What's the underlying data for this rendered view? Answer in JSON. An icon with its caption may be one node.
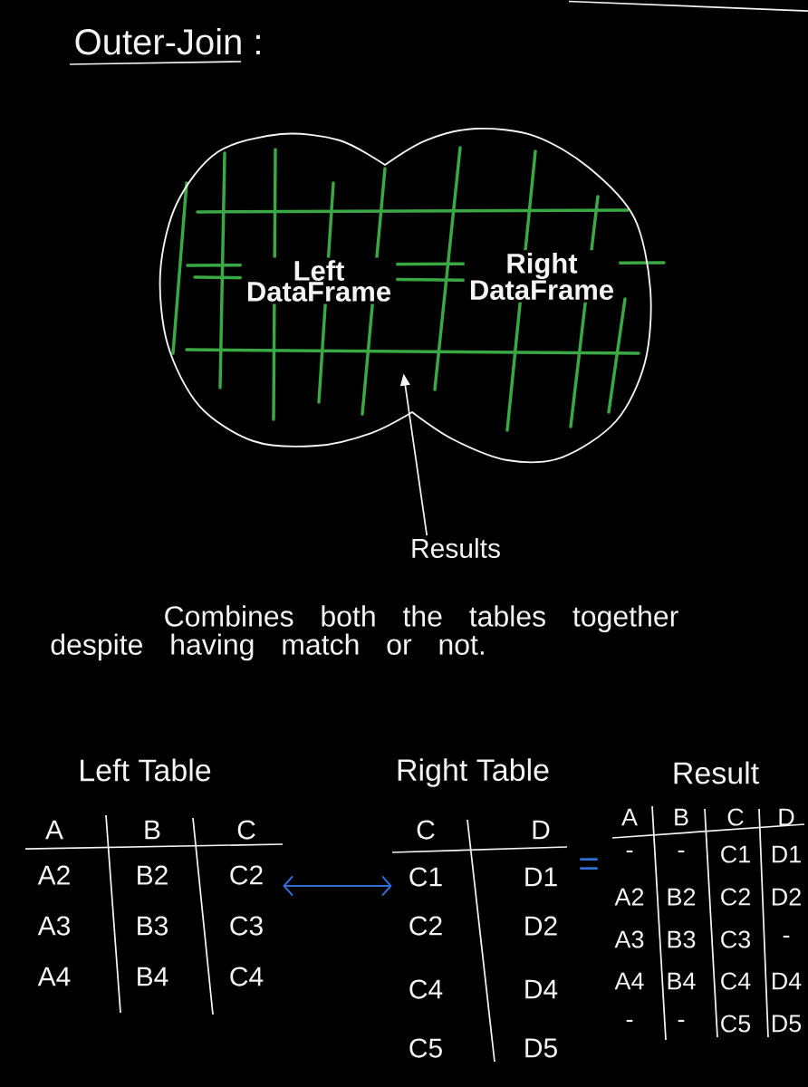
{
  "diagram": {
    "title": "Outer-Join :",
    "nodes": [
      {
        "text": [
          "Left DataFrame",
          "Right DataFrame"
        ]
      },
      {
        "text": [
          "Results"
        ]
      },
      {
        "text": [
          "Left Table",
          "A",
          "B",
          "C",
          "A2",
          "B2",
          "C2",
          "A3",
          "B3",
          "C3",
          "A4",
          "B4",
          "C4"
        ]
      },
      {
        "text": [
          "Right Table",
          "C",
          "D",
          "C1",
          "D1",
          "C2",
          "D2",
          "C4",
          "D4",
          "C5",
          "D5"
        ]
      },
      {
        "text": [
          "Result",
          "A",
          "B",
          "C",
          "D",
          "-",
          "-",
          "C1",
          "D1",
          "A2",
          "B2",
          "C2",
          "D2",
          "A3",
          "B3",
          "C3",
          "-",
          "A4",
          "B4",
          "C4",
          "D4",
          "-",
          "-",
          "C5",
          "D5"
        ]
      }
    ],
    "edges": [
      {
        "from": 1,
        "to": 0,
        "arrow": "to"
      },
      {
        "from": 2,
        "to": 3,
        "arrow": "both",
        "color": "#2f6fd6"
      }
    ],
    "labels": [
      "Combines both the tables together despite having match or not.",
      "="
    ]
  }
}
